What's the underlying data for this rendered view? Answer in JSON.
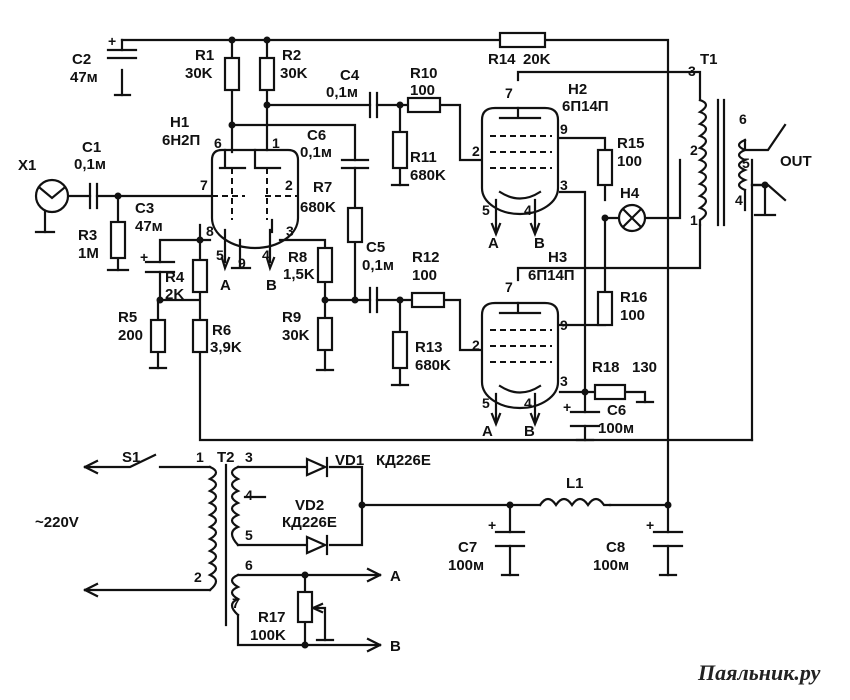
{
  "components": {
    "c2": {
      "ref": "C2",
      "val": "47м"
    },
    "r1": {
      "ref": "R1",
      "val": "30K"
    },
    "r2": {
      "ref": "R2",
      "val": "30K"
    },
    "c4": {
      "ref": "C4",
      "val": "0,1м"
    },
    "r10": {
      "ref": "R10",
      "val": "100"
    },
    "r14": {
      "ref": "R14",
      "val": "20K"
    },
    "t1": {
      "ref": "T1"
    },
    "h1": {
      "ref": "H1",
      "val": "6Н2П"
    },
    "h2": {
      "ref": "H2",
      "val": "6П14П"
    },
    "h3": {
      "ref": "H3",
      "val": "6П14П"
    },
    "h4": {
      "ref": "H4"
    },
    "c6a": {
      "ref": "C6",
      "val": "0,1м"
    },
    "r11": {
      "ref": "R11",
      "val": "680K"
    },
    "r15": {
      "ref": "R15",
      "val": "100"
    },
    "c1": {
      "ref": "C1",
      "val": "0,1м"
    },
    "x1": {
      "ref": "X1"
    },
    "r3": {
      "ref": "R3",
      "val": "1M"
    },
    "c3": {
      "ref": "C3",
      "val": "47м"
    },
    "r7": {
      "ref": "R7",
      "val": "680K"
    },
    "r4": {
      "ref": "R4",
      "val": "2K"
    },
    "r8": {
      "ref": "R8",
      "val": "1,5K"
    },
    "c5": {
      "ref": "C5",
      "val": "0,1м"
    },
    "r12": {
      "ref": "R12",
      "val": "100"
    },
    "r5": {
      "ref": "R5",
      "val": "200"
    },
    "r6": {
      "ref": "R6",
      "val": "3,9K"
    },
    "r9": {
      "ref": "R9",
      "val": "30K"
    },
    "r13": {
      "ref": "R13",
      "val": "680K"
    },
    "r16": {
      "ref": "R16",
      "val": "100"
    },
    "r18": {
      "ref": "R18",
      "val": "130"
    },
    "c6b": {
      "ref": "C6",
      "val": "100м"
    },
    "s1": {
      "ref": "S1"
    },
    "t2": {
      "ref": "T2"
    },
    "vd1": {
      "ref": "VD1",
      "val": "КД226Е"
    },
    "vd2": {
      "ref": "VD2",
      "val": "КД226Е"
    },
    "l1": {
      "ref": "L1"
    },
    "c7": {
      "ref": "C7",
      "val": "100м"
    },
    "c8": {
      "ref": "C8",
      "val": "100м"
    },
    "r17": {
      "ref": "R17",
      "val": "100K"
    }
  },
  "labels": {
    "out": "OUT",
    "mains": "~220V",
    "node_a": "A",
    "node_b": "B",
    "plus": "+",
    "watermark": "Паяльник.ру"
  },
  "pins": {
    "h1": [
      "6",
      "1",
      "7",
      "2",
      "8",
      "3",
      "5",
      "9",
      "4"
    ],
    "h2": [
      "7",
      "9",
      "2",
      "3",
      "5",
      "4"
    ],
    "h3": [
      "7",
      "9",
      "2",
      "3",
      "5",
      "4"
    ],
    "t1": [
      "3",
      "2",
      "1",
      "6",
      "5",
      "4"
    ],
    "t2": [
      "1",
      "2",
      "3",
      "4",
      "5",
      "6",
      "7"
    ]
  }
}
